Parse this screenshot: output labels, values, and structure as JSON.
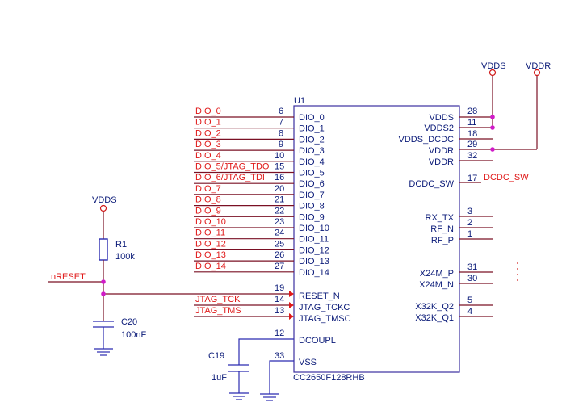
{
  "part": {
    "designator": "U1",
    "name": "CC2650F128RHB"
  },
  "left_pins": [
    {
      "net": "DIO_0",
      "num": "6",
      "name": "DIO_0"
    },
    {
      "net": "DIO_1",
      "num": "7",
      "name": "DIO_1"
    },
    {
      "net": "DIO_2",
      "num": "8",
      "name": "DIO_2"
    },
    {
      "net": "DIO_3",
      "num": "9",
      "name": "DIO_3"
    },
    {
      "net": "DIO_4",
      "num": "10",
      "name": "DIO_4"
    },
    {
      "net": "DIO_5/JTAG_TDO",
      "num": "15",
      "name": "DIO_5"
    },
    {
      "net": "DIO_6/JTAG_TDI",
      "num": "16",
      "name": "DIO_6"
    },
    {
      "net": "DIO_7",
      "num": "20",
      "name": "DIO_7"
    },
    {
      "net": "DIO_8",
      "num": "21",
      "name": "DIO_8"
    },
    {
      "net": "DIO_9",
      "num": "22",
      "name": "DIO_9"
    },
    {
      "net": "DIO_10",
      "num": "23",
      "name": "DIO_10"
    },
    {
      "net": "DIO_11",
      "num": "24",
      "name": "DIO_11"
    },
    {
      "net": "DIO_12",
      "num": "25",
      "name": "DIO_12"
    },
    {
      "net": "DIO_13",
      "num": "26",
      "name": "DIO_13"
    },
    {
      "net": "DIO_14",
      "num": "27",
      "name": "DIO_14"
    }
  ],
  "control_pins": [
    {
      "net": "",
      "num": "19",
      "name": "RESET_N"
    },
    {
      "net": "JTAG_TCK",
      "num": "14",
      "name": "JTAG_TCKC"
    },
    {
      "net": "JTAG_TMS",
      "num": "13",
      "name": "JTAG_TMSC"
    }
  ],
  "power_pins_left": [
    {
      "num": "12",
      "name": "DCOUPL"
    },
    {
      "num": "33",
      "name": "VSS"
    }
  ],
  "right_pins": [
    {
      "num": "28",
      "name": "VDDS"
    },
    {
      "num": "11",
      "name": "VDDS2"
    },
    {
      "num": "18",
      "name": "VDDS_DCDC"
    },
    {
      "num": "29",
      "name": "VDDR"
    },
    {
      "num": "32",
      "name": "VDDR"
    },
    {
      "num": "17",
      "name": "DCDC_SW",
      "net": "DCDC_SW"
    },
    {
      "num": "3",
      "name": "RX_TX"
    },
    {
      "num": "2",
      "name": "RF_N"
    },
    {
      "num": "1",
      "name": "RF_P"
    },
    {
      "num": "31",
      "name": "X24M_P"
    },
    {
      "num": "30",
      "name": "X24M_N"
    },
    {
      "num": "5",
      "name": "X32K_Q2"
    },
    {
      "num": "4",
      "name": "X32K_Q1"
    }
  ],
  "power_ports": {
    "vdds_top": "VDDS",
    "vddr_top": "VDDR",
    "vdds_left": "VDDS"
  },
  "components": {
    "r1": {
      "ref": "R1",
      "value": "100k"
    },
    "c20": {
      "ref": "C20",
      "value": "100nF"
    },
    "c19": {
      "ref": "C19",
      "value": "1uF"
    }
  },
  "nets": {
    "nreset": "nRESET"
  },
  "colors": {
    "net_label": "#e01818",
    "pin_label": "#0a1a78",
    "junction": "#d01cc8",
    "wire": "#7a1024",
    "body": "#3b2fa0"
  }
}
